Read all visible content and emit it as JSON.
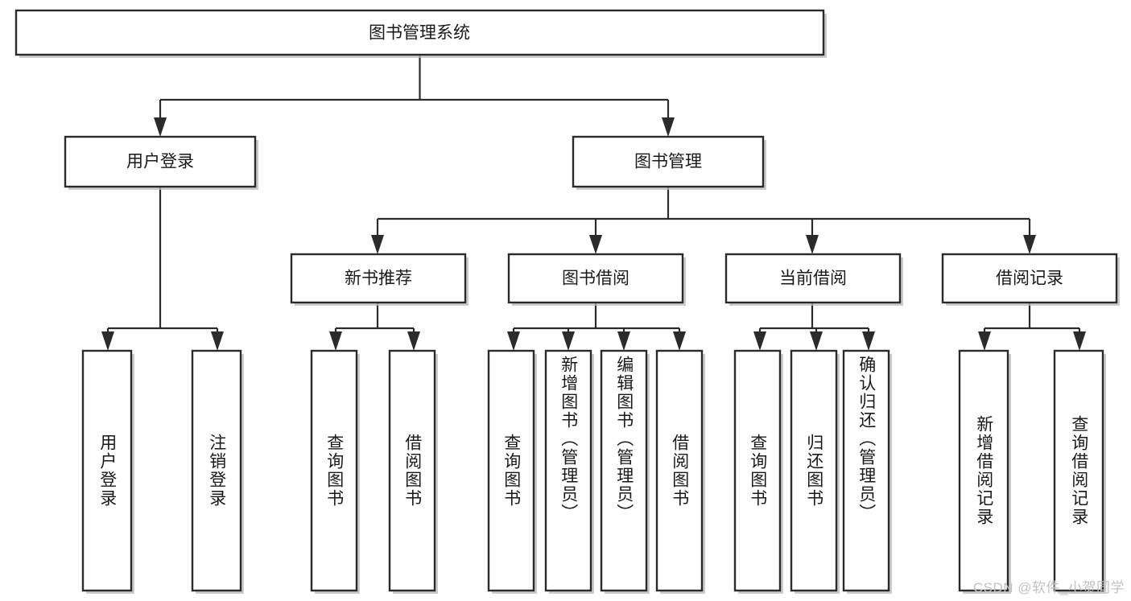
{
  "diagram": {
    "title": "图书管理系统",
    "type": "功能结构图",
    "background_color": "#ffffff",
    "line_color": "#2b2b2b",
    "text_color": "#1a1a1a",
    "watermark": "CSDN @软件_小贺同学"
  },
  "nodes": {
    "root": {
      "label": "图书管理系统",
      "level": 1,
      "orientation": "horizontal"
    },
    "level2": [
      {
        "id": "user-login",
        "label": "用户登录",
        "orientation": "horizontal"
      },
      {
        "id": "book-management",
        "label": "图书管理",
        "orientation": "horizontal"
      }
    ],
    "level3": [
      {
        "id": "new-book-recommend",
        "label": "新书推荐",
        "orientation": "horizontal",
        "parent": "book-management"
      },
      {
        "id": "book-borrow",
        "label": "图书借阅",
        "orientation": "horizontal",
        "parent": "book-management"
      },
      {
        "id": "current-borrow",
        "label": "当前借阅",
        "orientation": "horizontal",
        "parent": "book-management"
      },
      {
        "id": "borrow-record",
        "label": "借阅记录",
        "orientation": "horizontal",
        "parent": "book-management"
      }
    ],
    "leaves": [
      {
        "id": "leaf-user-login",
        "label": "用户登录",
        "orientation": "vertical",
        "parent": "user-login"
      },
      {
        "id": "leaf-user-logout",
        "label": "注销登录",
        "orientation": "vertical",
        "parent": "user-login"
      },
      {
        "id": "leaf-query-book-1",
        "label": "查询图书",
        "orientation": "vertical",
        "parent": "new-book-recommend"
      },
      {
        "id": "leaf-borrow-book-1",
        "label": "借阅图书",
        "orientation": "vertical",
        "parent": "new-book-recommend"
      },
      {
        "id": "leaf-query-book-2",
        "label": "查询图书",
        "orientation": "vertical",
        "parent": "book-borrow"
      },
      {
        "id": "leaf-add-book",
        "label": "新增图书（管理员）",
        "orientation": "vertical",
        "parent": "book-borrow"
      },
      {
        "id": "leaf-edit-book",
        "label": "编辑图书（管理员）",
        "orientation": "vertical",
        "parent": "book-borrow"
      },
      {
        "id": "leaf-borrow-book-2",
        "label": "借阅图书",
        "orientation": "vertical",
        "parent": "book-borrow"
      },
      {
        "id": "leaf-query-book-3",
        "label": "查询图书",
        "orientation": "vertical",
        "parent": "current-borrow"
      },
      {
        "id": "leaf-return-book",
        "label": "归还图书",
        "orientation": "vertical",
        "parent": "current-borrow"
      },
      {
        "id": "leaf-confirm-return",
        "label": "确认归还（管理员）",
        "orientation": "vertical",
        "parent": "current-borrow"
      },
      {
        "id": "leaf-add-record",
        "label": "新增借阅记录",
        "orientation": "vertical",
        "parent": "borrow-record"
      },
      {
        "id": "leaf-query-record",
        "label": "查询借阅记录",
        "orientation": "vertical",
        "parent": "borrow-record"
      }
    ]
  }
}
